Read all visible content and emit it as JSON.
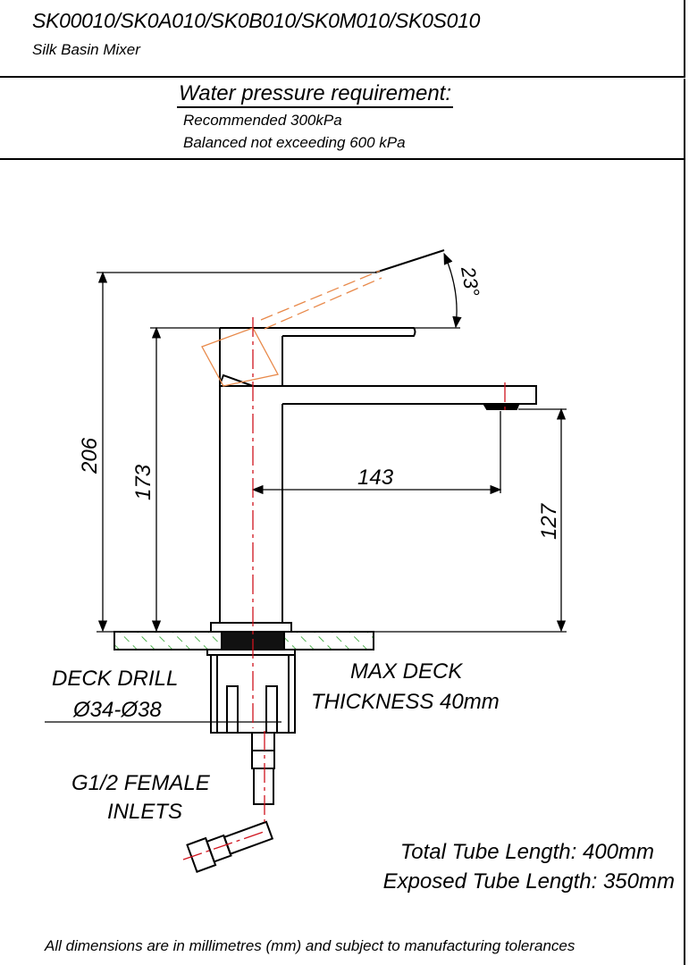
{
  "header": {
    "model_codes": "SK00010/SK0A010/SK0B010/SK0M010/SK0S010",
    "product_name": "Silk Basin Mixer"
  },
  "pressure": {
    "title": "Water pressure requirement:",
    "recommended": "Recommended 300kPa",
    "balanced": "Balanced not exceeding 600 kPa"
  },
  "drawing": {
    "dim_total_height": "206",
    "dim_spout_height_top": "173",
    "dim_spout_reach": "143",
    "dim_spout_clearance": "127",
    "lever_angle": "23°",
    "deck_drill_label": "DECK DRILL",
    "deck_drill_size": "Ø34-Ø38",
    "max_deck_label": "MAX DECK",
    "max_deck_thickness": "THICKNESS 40mm",
    "inlets_line1": "G1/2 FEMALE",
    "inlets_line2": "INLETS",
    "total_tube": "Total Tube Length: 400mm",
    "exposed_tube": "Exposed Tube Length: 350mm",
    "colors": {
      "centerline": "#d0141e",
      "ghost_lever": "#e8894a",
      "hatch": "#2aa02a"
    }
  },
  "footer": {
    "note": "All dimensions are in millimetres (mm) and subject to manufacturing tolerances"
  }
}
